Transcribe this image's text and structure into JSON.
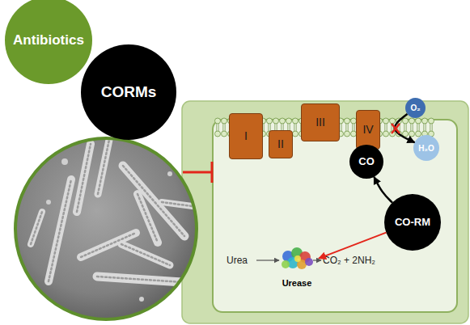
{
  "diagram": {
    "nodes": [
      {
        "text": [
          "Antibiotics"
        ]
      },
      {
        "text": [
          "CORMs"
        ]
      },
      {
        "text": [
          "I"
        ]
      },
      {
        "text": [
          "II"
        ]
      },
      {
        "text": [
          "III"
        ]
      },
      {
        "text": [
          "IV"
        ]
      },
      {
        "text": [
          "O₂"
        ]
      },
      {
        "text": [
          "H₂O"
        ]
      },
      {
        "text": [
          "CO"
        ]
      },
      {
        "text": [
          "CO-RM"
        ]
      },
      {
        "text": [
          "Urease"
        ]
      }
    ],
    "edges": [
      {
        "from": 6,
        "to": 7,
        "arrow": "to"
      },
      {
        "from": 9,
        "to": 8,
        "arrow": "to"
      },
      {
        "from": 9,
        "to": 10,
        "arrow": "to"
      }
    ],
    "labels": [
      "Urea",
      "CO₂ + 2NH₂"
    ]
  }
}
